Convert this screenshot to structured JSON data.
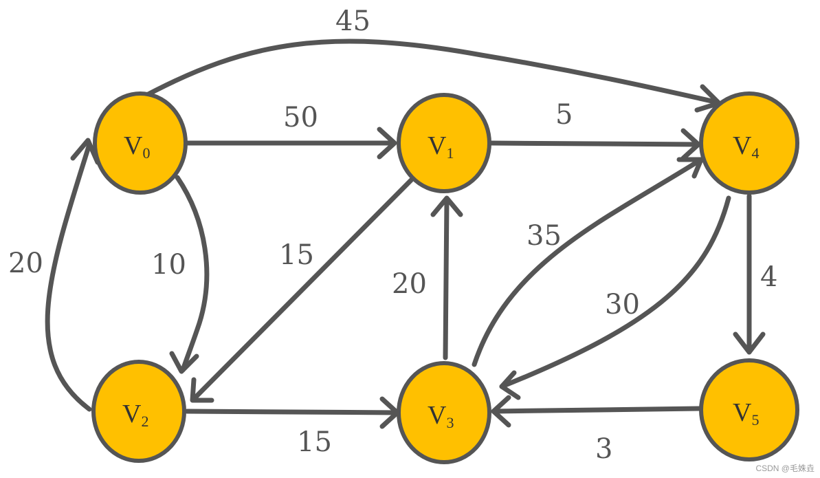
{
  "graph": {
    "nodes": [
      {
        "id": "v0",
        "letter": "V",
        "sub": "0"
      },
      {
        "id": "v1",
        "letter": "V",
        "sub": "1"
      },
      {
        "id": "v2",
        "letter": "V",
        "sub": "2"
      },
      {
        "id": "v3",
        "letter": "V",
        "sub": "3"
      },
      {
        "id": "v4",
        "letter": "V",
        "sub": "4"
      },
      {
        "id": "v5",
        "letter": "V",
        "sub": "5"
      }
    ],
    "edges": [
      {
        "id": "e-v0-v4",
        "from": "v0",
        "to": "v4",
        "weight": "45"
      },
      {
        "id": "e-v0-v1",
        "from": "v0",
        "to": "v1",
        "weight": "50"
      },
      {
        "id": "e-v1-v4",
        "from": "v1",
        "to": "v4",
        "weight": "5"
      },
      {
        "id": "e-v0-v2",
        "from": "v0",
        "to": "v2",
        "weight": "10"
      },
      {
        "id": "e-v2-v0",
        "from": "v2",
        "to": "v0",
        "weight": "20"
      },
      {
        "id": "e-v1-v2",
        "from": "v1",
        "to": "v2",
        "weight": "15"
      },
      {
        "id": "e-v3-v1",
        "from": "v3",
        "to": "v1",
        "weight": "20"
      },
      {
        "id": "e-v3-v4",
        "from": "v3",
        "to": "v4",
        "weight": "35"
      },
      {
        "id": "e-v4-v3",
        "from": "v4",
        "to": "v3",
        "weight": "30"
      },
      {
        "id": "e-v4-v5",
        "from": "v4",
        "to": "v5",
        "weight": "4"
      },
      {
        "id": "e-v2-v3",
        "from": "v2",
        "to": "v3",
        "weight": "15"
      },
      {
        "id": "e-v5-v3",
        "from": "v5",
        "to": "v3",
        "weight": "3"
      }
    ]
  },
  "watermark": "CSDN @毛姝垚",
  "colors": {
    "node_fill": "#FFC000",
    "stroke": "#555555"
  }
}
